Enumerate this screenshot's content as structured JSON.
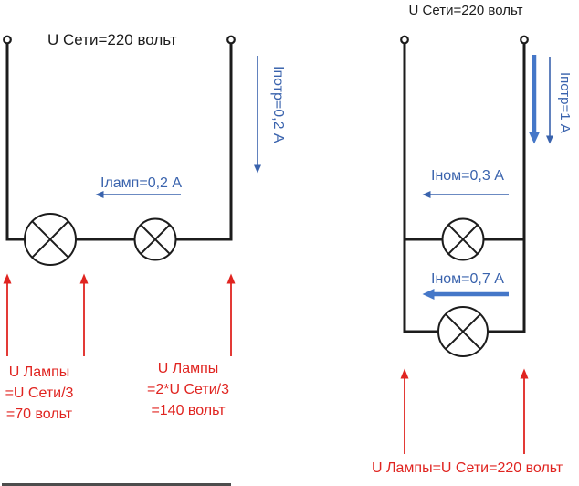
{
  "colors": {
    "wire": "#1c1c1c",
    "current_blue": "#3a63ad",
    "current_blue_thick": "#4577c8",
    "voltage_red": "#e02420"
  },
  "left_circuit": {
    "source_label": "U Сети=220 вольт",
    "consumed_current_label": "Iпотр=0,2 А",
    "lamp_current_label": "Iламп=0,2 А",
    "lamp_voltage_note_1": [
      "U Лампы",
      "=U Сети/3",
      "=70 вольт"
    ],
    "lamp_voltage_note_2": [
      "U Лампы",
      "=2*U Сети/3",
      "=140 вольт"
    ]
  },
  "right_circuit": {
    "source_label": "U Сети=220 вольт",
    "consumed_current_label": "Iпотр=1 А",
    "top_lamp_current_label": "Iном=0,3 А",
    "bottom_lamp_current_label": "Iном=0,7 А",
    "lamp_voltage_note": "U Лампы=U Сети=220 вольт"
  }
}
